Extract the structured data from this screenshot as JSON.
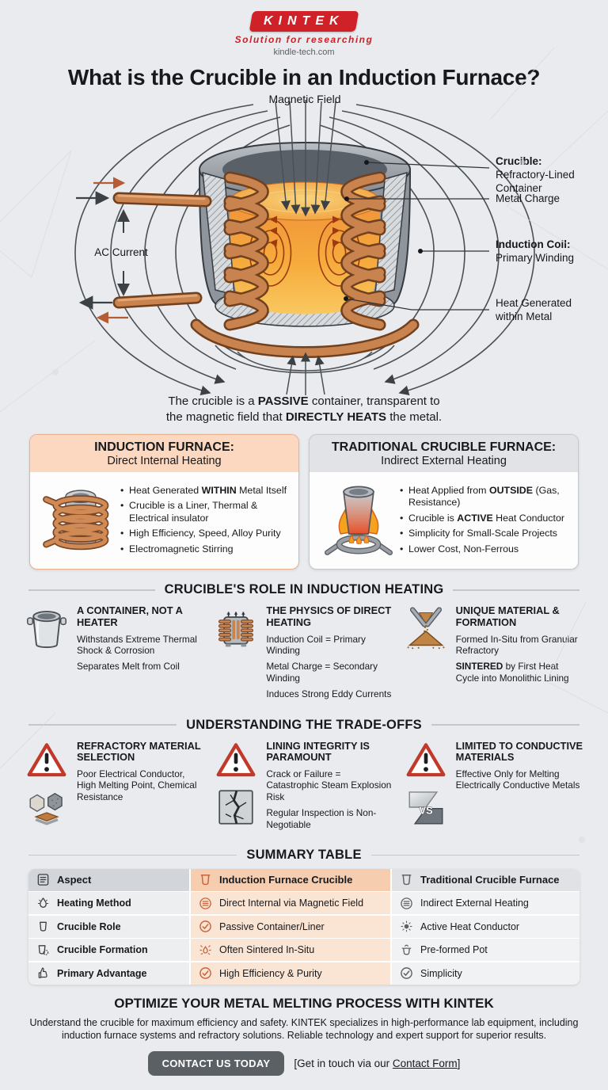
{
  "colors": {
    "accent_red": "#cf2127",
    "copper": "#c8834f",
    "peach_header": "#fbd8bf",
    "gray_header": "#e1e3e6",
    "table_induction_bg": "#fae4d4",
    "button_bg": "#5b6064",
    "background": "#e9ebee"
  },
  "icons": [
    "kintek-logo",
    "magnetic-field-arrows",
    "induction-coil-illustration",
    "crucible-flame-illustration",
    "bucket-icon",
    "transformer-icon",
    "funnel-sand-icon",
    "warning-triangle-icon",
    "materials-icon",
    "cracked-lining-icon",
    "vs-metals-icon",
    "list-icon",
    "crucible-icon",
    "flame-icon",
    "coil-circle-icon",
    "cup-icon",
    "check-circle-icon",
    "heat-sun-icon",
    "gear-pot-icon",
    "sinter-icon",
    "pot-icon",
    "thumbs-up-icon"
  ],
  "brand": {
    "logo_text": "KINTEK",
    "tagline": "Solution for researching",
    "website": "kindle-tech.com"
  },
  "title": "What is the Crucible in an Induction Furnace?",
  "diagram": {
    "labels": {
      "magnetic_field": "Magnetic Field",
      "ac_current": "AC Current",
      "crucible_title": "Crucible:",
      "crucible_line1": "Refractory-Lined",
      "crucible_line2": "Container",
      "metal_charge": "Metal Charge",
      "coil_title": "Induction Coil:",
      "coil_line": "Primary Winding",
      "heat_line1": "Heat Generated",
      "heat_line2": "within Metal"
    },
    "caption_line1": "The crucible is a **PASSIVE** container, transparent to",
    "caption_line2": "the magnetic field that **DIRECTLY HEATS** the metal."
  },
  "cards": [
    {
      "title": "INDUCTION FURNACE:",
      "subtitle": "Direct Internal Heating",
      "bullets": [
        "Heat Generated **WITHIN** Metal Itself",
        "Crucible is a Liner, Thermal & Electrical insulator",
        "High Efficiency, Speed, Alloy Purity",
        "Electromagnetic Stirring"
      ]
    },
    {
      "title": "TRADITIONAL CRUCIBLE FURNACE:",
      "subtitle": "Indirect External Heating",
      "bullets": [
        "Heat Applied from **OUTSIDE** (Gas, Resistance)",
        "Crucible is **ACTIVE** Heat Conductor",
        "Simplicity for Small-Scale Projects",
        "Lower Cost, Non-Ferrous"
      ]
    }
  ],
  "role_section": {
    "title": "CRUCIBLE'S ROLE IN INDUCTION HEATING",
    "items": [
      {
        "title": "A CONTAINER, NOT A HEATER",
        "line1": "Withstands Extreme Thermal Shock & Corrosion",
        "line2": "Separates Melt from Coil",
        "line3": ""
      },
      {
        "title": "THE PHYSICS OF DIRECT HEATING",
        "line1": "Induction Coil = Primary Winding",
        "line2": "Metal Charge = Secondary Winding",
        "line3": "Induces Strong Eddy Currents"
      },
      {
        "title": "UNIQUE MATERIAL & FORMATION",
        "line1": "Formed In-Situ from Granular Refractory",
        "line2": "**SINTERED** by First Heat Cycle into Monolithic Lining",
        "line3": ""
      }
    ]
  },
  "tradeoffs_section": {
    "title": "UNDERSTANDING THE TRADE-OFFS",
    "vs_label": "VS",
    "items": [
      {
        "title": "REFRACTORY MATERIAL SELECTION",
        "line1": "Poor Electrical Conductor, High Melting Point, Chemical Resistance",
        "line2": ""
      },
      {
        "title": "LINING INTEGRITY IS PARAMOUNT",
        "line1": "Crack or Failure = Catastrophic Steam Explosion Risk",
        "line2": "Regular Inspection is Non-Negotiable"
      },
      {
        "title": "LIMITED TO CONDUCTIVE MATERIALS",
        "line1": "Effective Only for Melting Electrically Conductive Metals",
        "line2": ""
      }
    ]
  },
  "summary_table": {
    "title": "SUMMARY TABLE",
    "columns": [
      {
        "label": "Aspect"
      },
      {
        "label": "Induction Furnace Crucible"
      },
      {
        "label": "Traditional Crucible Furnace"
      }
    ],
    "rows": [
      {
        "aspect": "Heating Method",
        "induction": "Direct Internal via Magnetic Field",
        "traditional": "Indirect External Heating"
      },
      {
        "aspect": "Crucible Role",
        "induction": "Passive Container/Liner",
        "traditional": "Active Heat Conductor"
      },
      {
        "aspect": "Crucible Formation",
        "induction": "Often Sintered In-Situ",
        "traditional": "Pre-formed Pot"
      },
      {
        "aspect": "Primary Advantage",
        "induction": "High Efficiency & Purity",
        "traditional": "Simplicity"
      }
    ]
  },
  "footer": {
    "title": "OPTIMIZE YOUR METAL MELTING PROCESS WITH KINTEK",
    "body": "Understand the crucible for maximum efficiency and safety. KINTEK specializes in high-performance lab equipment, including induction furnace systems and refractory solutions. Reliable technology and expert support for superior results.",
    "button": "CONTACT US TODAY",
    "contact_prefix": "[Get in touch via our ",
    "contact_link": "Contact Form",
    "contact_suffix": "]"
  }
}
